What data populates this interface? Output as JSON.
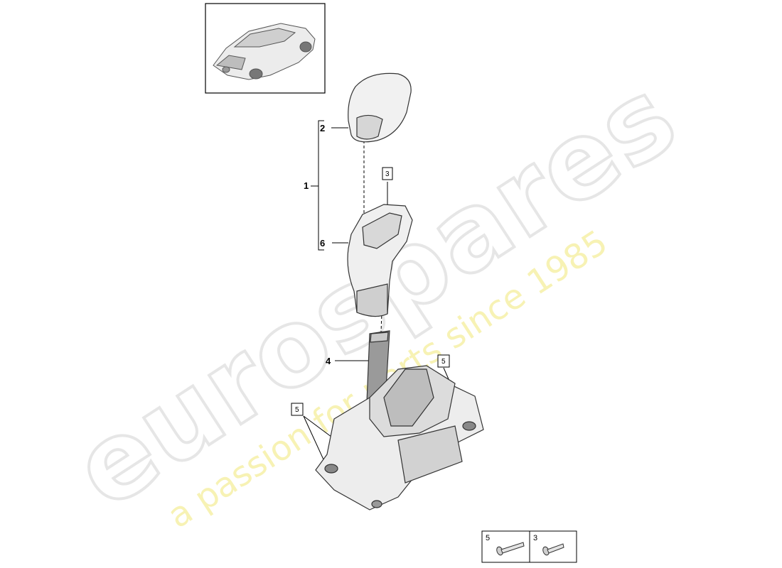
{
  "watermark": {
    "brand": "eurospares",
    "tagline": "a passion for parts since 1985"
  },
  "callouts": {
    "assembly": "1",
    "knob": "2",
    "knob_ref": "3",
    "lever": "4",
    "screw_ref_right": "5",
    "screw_ref_left": "5",
    "gaiter": "6"
  },
  "parts_table": {
    "cells": [
      {
        "num": "5",
        "icon": "screw-long-icon"
      },
      {
        "num": "3",
        "icon": "screw-short-icon"
      }
    ]
  },
  "colors": {
    "line": "#000000",
    "part_fill": "#f2f2f2",
    "part_shade": "#d4d4d4",
    "watermark_grey": "#e6e6e6",
    "watermark_yellow": "#f7f2b4"
  }
}
